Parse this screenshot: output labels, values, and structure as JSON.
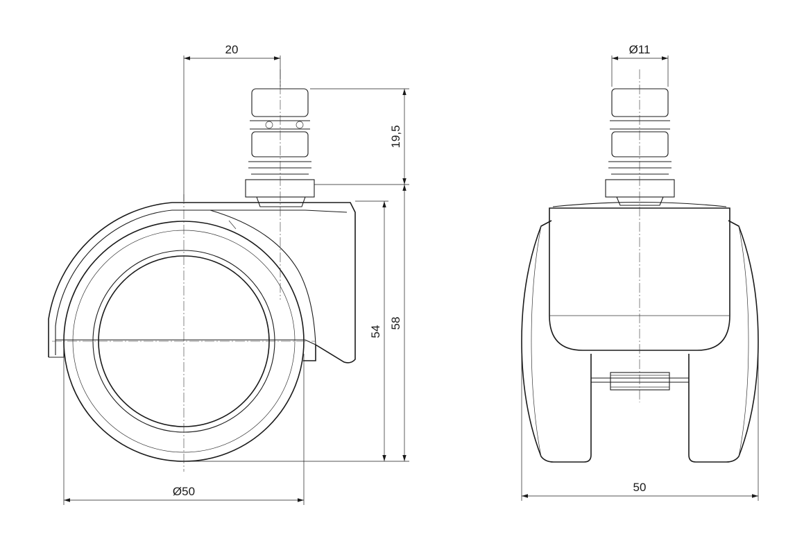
{
  "drawing": {
    "side_view": {
      "dim_pin_offset": "20",
      "dim_pin_length": "19,5",
      "dim_height_housing": "54",
      "dim_height_total": "58",
      "dim_wheel_diameter": "Ø50"
    },
    "front_view": {
      "dim_pin_diameter": "Ø11",
      "dim_width": "50"
    }
  }
}
